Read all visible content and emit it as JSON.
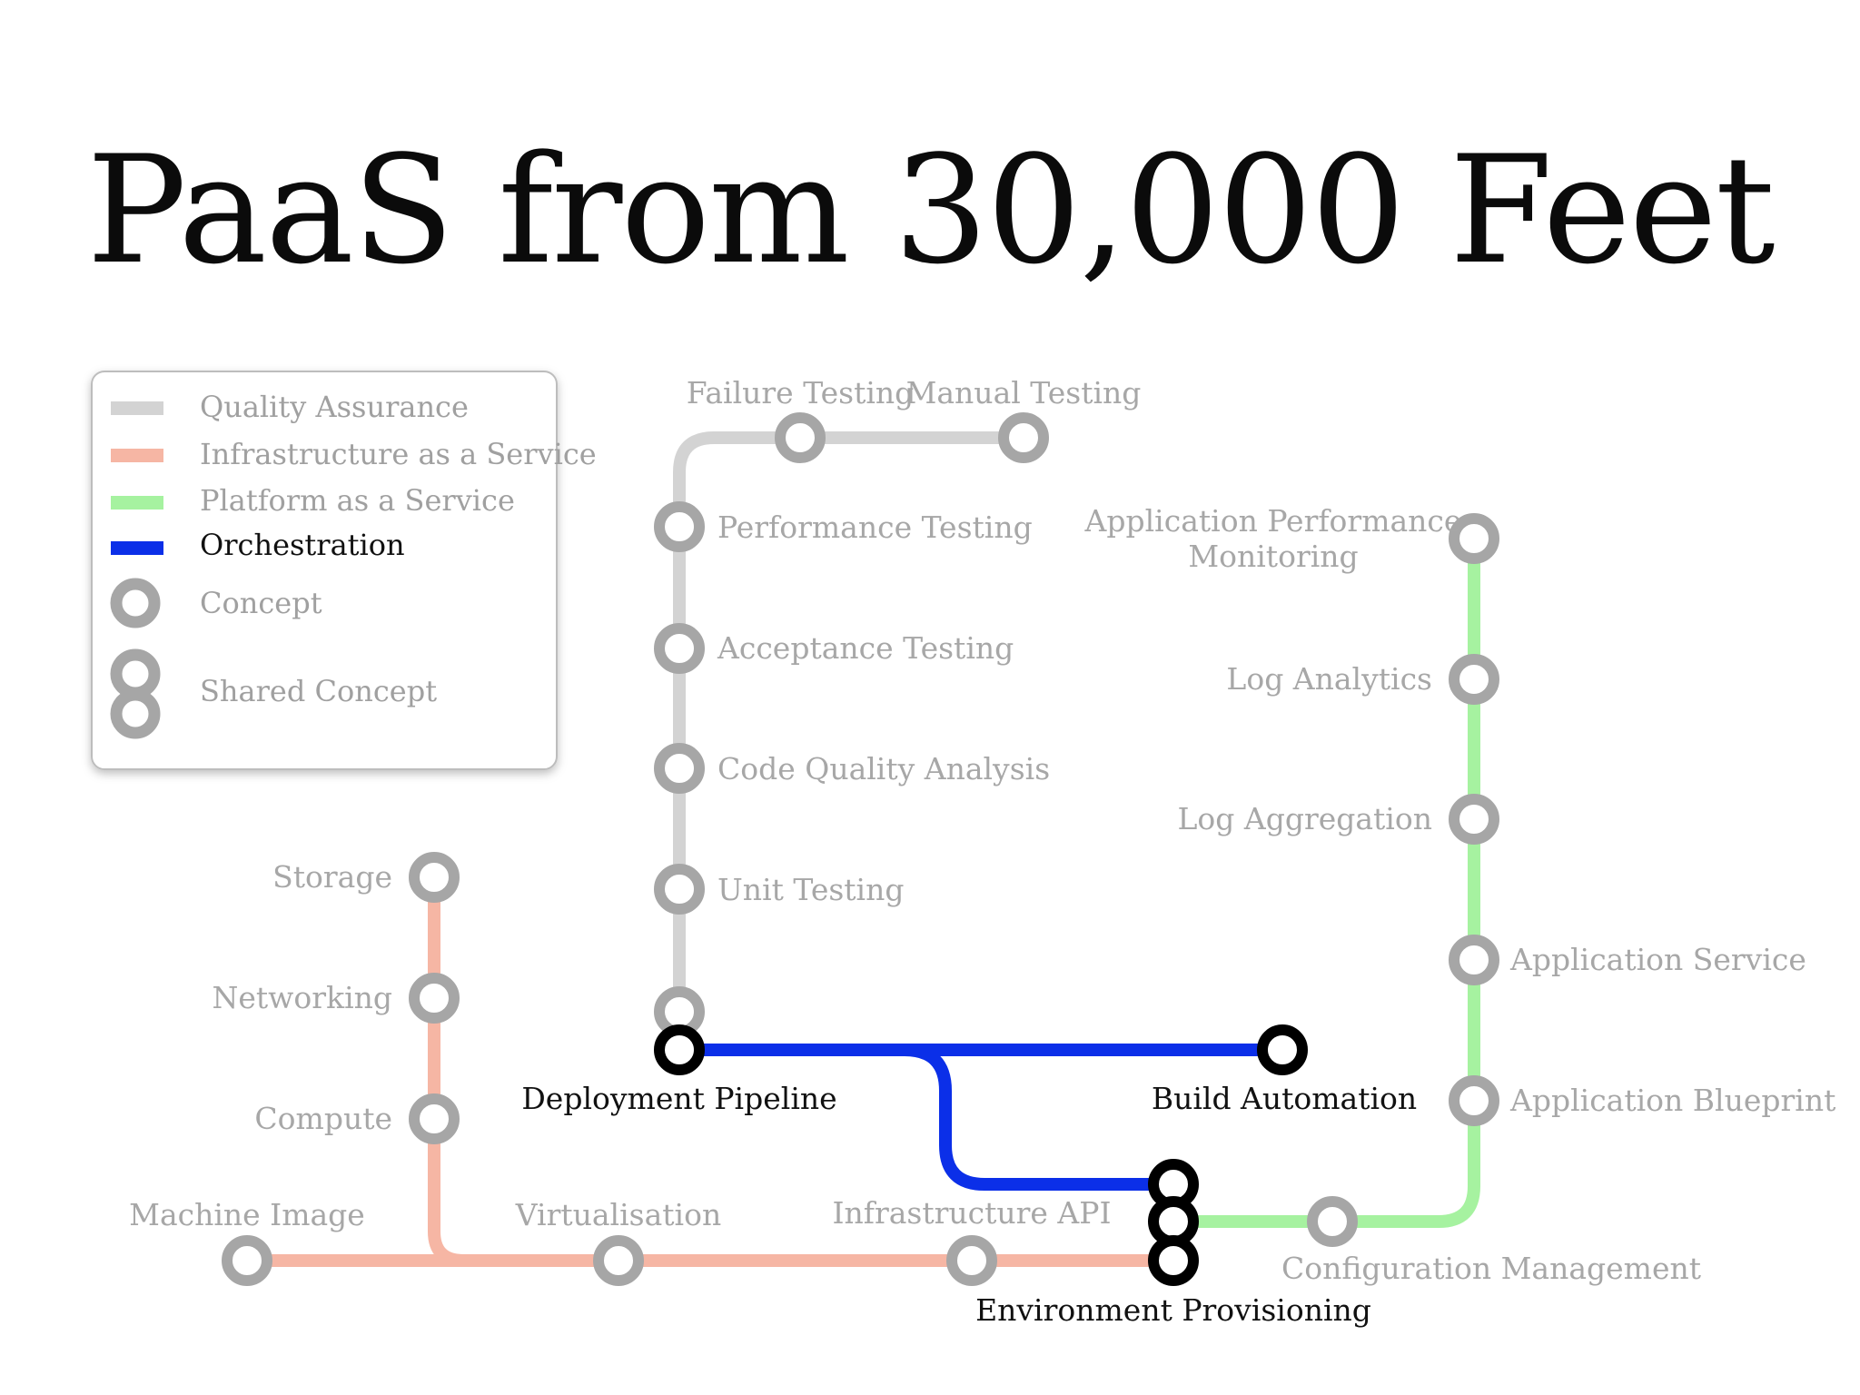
{
  "title": "PaaS from 30,000 Feet",
  "colors": {
    "quality_assurance": "#d3d3d3",
    "infrastructure_as_a_service": "#f6b6a4",
    "platform_as_a_service": "#a6f2a0",
    "orchestration": "#0b2fe8",
    "concept_ring": "#a6a6a6",
    "shared_concept_ring": "#000000"
  },
  "legend": {
    "items": [
      {
        "label": "Quality Assurance"
      },
      {
        "label": "Infrastructure as a Service"
      },
      {
        "label": "Platform as a Service"
      },
      {
        "label": "Orchestration"
      },
      {
        "label": "Concept"
      },
      {
        "label": "Shared Concept"
      }
    ]
  },
  "lines": {
    "quality_assurance": [
      "Deployment Pipeline",
      "Unit Testing",
      "Code Quality Analysis",
      "Acceptance Testing",
      "Performance Testing",
      "Failure Testing",
      "Manual Testing"
    ],
    "infrastructure_as_a_service": [
      "Machine Image",
      "Virtualisation",
      "Infrastructure API",
      "Environment Provisioning",
      "Compute",
      "Networking",
      "Storage"
    ],
    "platform_as_a_service": [
      "Environment Provisioning",
      "Configuration Management",
      "Application Blueprint",
      "Application Service",
      "Log Aggregation",
      "Log Analytics",
      "Application Performance Monitoring"
    ],
    "orchestration": [
      "Deployment Pipeline",
      "Build Automation",
      "Environment Provisioning"
    ]
  },
  "stations": {
    "failure_testing": "Failure Testing",
    "manual_testing": "Manual Testing",
    "performance_testing": "Performance Testing",
    "acceptance_testing": "Acceptance Testing",
    "code_quality_analysis": "Code Quality Analysis",
    "unit_testing": "Unit Testing",
    "deployment_pipeline": "Deployment Pipeline",
    "build_automation": "Build Automation",
    "apm_line1": "Application Performance",
    "apm_line2": "Monitoring",
    "log_analytics": "Log Analytics",
    "log_aggregation": "Log Aggregation",
    "application_service": "Application Service",
    "application_blueprint": "Application Blueprint",
    "configuration_management": "Configuration Management",
    "environment_provisioning": "Environment Provisioning",
    "storage": "Storage",
    "networking": "Networking",
    "compute": "Compute",
    "machine_image": "Machine Image",
    "virtualisation": "Virtualisation",
    "infrastructure_api": "Infrastructure API"
  }
}
